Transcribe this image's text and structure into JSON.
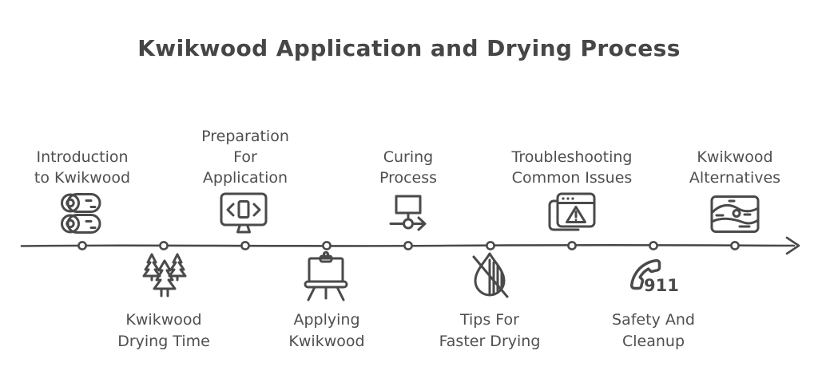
{
  "title": "Kwikwood Application and Drying Process",
  "colors": {
    "ink": "#4a4a4a",
    "text": "#4f4f4f",
    "background": "#ffffff"
  },
  "timeline": {
    "direction": "left-to-right",
    "items": [
      {
        "label": "Introduction\nto Kwikwood",
        "icon": "logs-icon",
        "side": "top"
      },
      {
        "label": "Kwikwood\nDrying Time",
        "icon": "pine-trees-icon",
        "side": "bottom"
      },
      {
        "label": "Preparation\nFor\nApplication",
        "icon": "monitor-code-icon",
        "side": "top"
      },
      {
        "label": "Applying\nKwikwood",
        "icon": "easel-icon",
        "side": "bottom"
      },
      {
        "label": "Curing\nProcess",
        "icon": "flowchart-node-arrow-icon",
        "side": "top"
      },
      {
        "label": "Tips For\nFaster Drying",
        "icon": "no-water-drop-icon",
        "side": "bottom"
      },
      {
        "label": "Troubleshooting\nCommon Issues",
        "icon": "browser-warning-icon",
        "side": "top"
      },
      {
        "label": "Safety And\nCleanup",
        "icon": "phone-911-icon",
        "side": "bottom",
        "icon_text": "911"
      },
      {
        "label": "Kwikwood\nAlternatives",
        "icon": "wood-plank-icon",
        "side": "top"
      }
    ]
  }
}
